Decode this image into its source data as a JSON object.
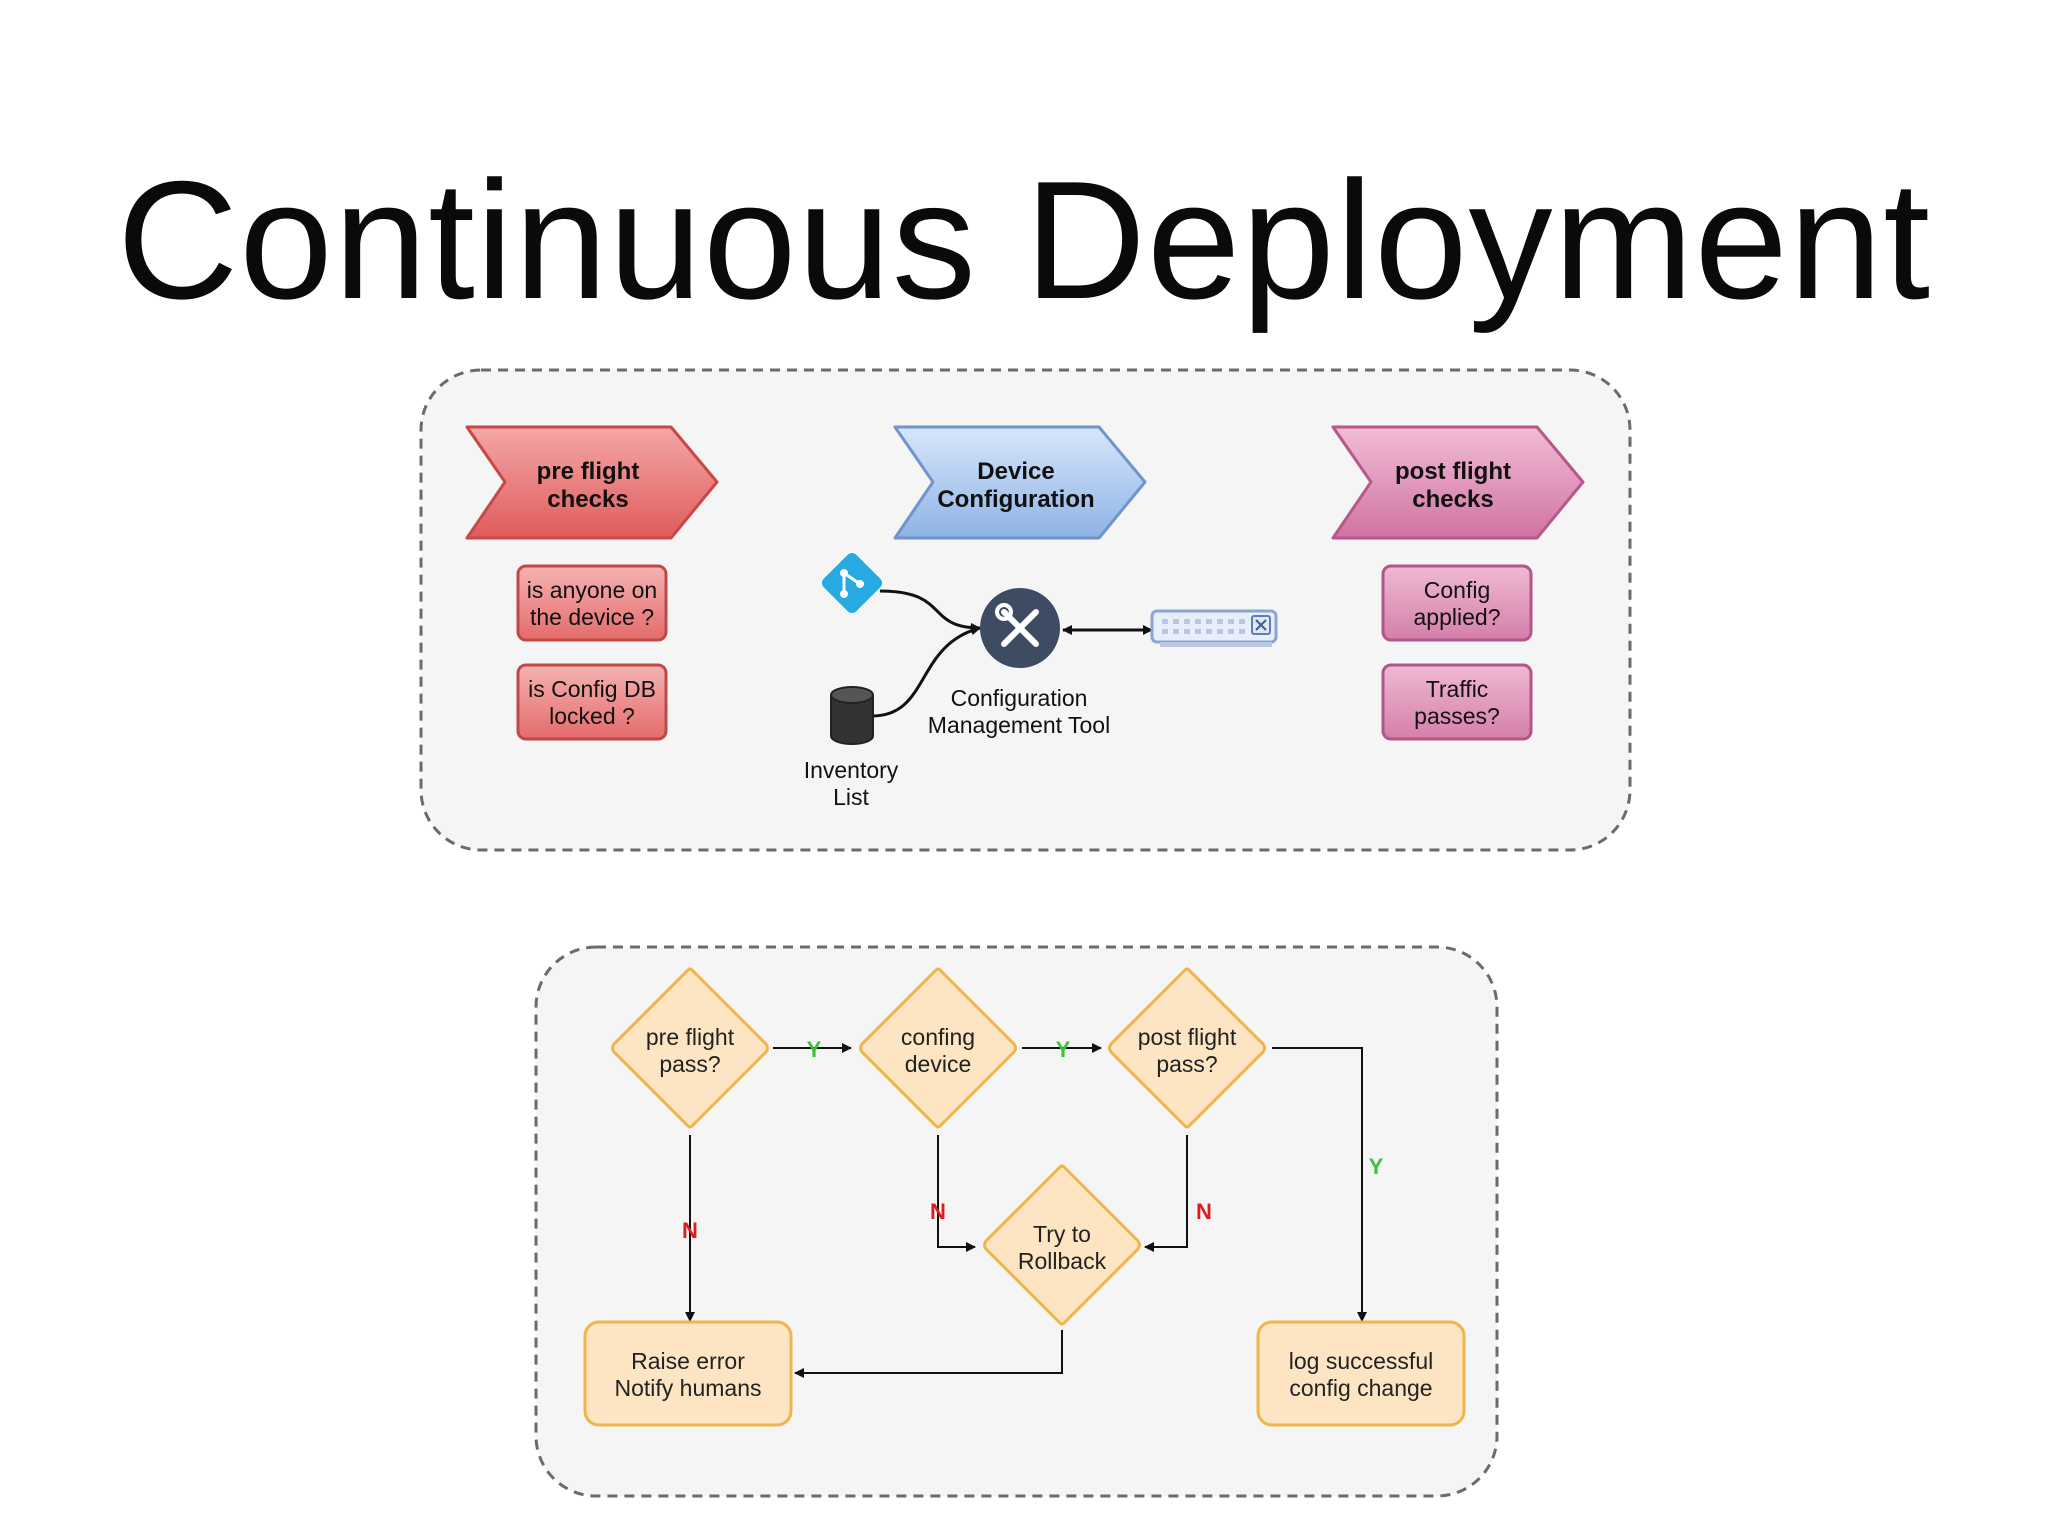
{
  "title": "Continuous Deployment",
  "top_panel": {
    "stages": [
      {
        "line1": "pre flight",
        "line2": "checks",
        "color": "#e05c5c"
      },
      {
        "line1": "Device",
        "line2": "Configuration",
        "color": "#8fb3e6"
      },
      {
        "line1": "post flight",
        "line2": "checks",
        "color": "#d074a2"
      }
    ],
    "pre_checks": [
      {
        "line1": "is anyone on",
        "line2": "the device ?"
      },
      {
        "line1": "is Config DB",
        "line2": "locked ?"
      }
    ],
    "post_checks": [
      {
        "line1": "Config",
        "line2": "applied?"
      },
      {
        "line1": "Traffic",
        "line2": "passes?"
      }
    ],
    "tool_label": {
      "line1": "Configuration",
      "line2": "Management Tool"
    },
    "inventory_label": {
      "line1": "Inventory",
      "line2": "List"
    },
    "icons": {
      "git": "git-icon",
      "tool": "wrench-screwdriver-icon",
      "db": "database-icon",
      "device": "network-switch-icon"
    }
  },
  "flow": {
    "nodes": {
      "pre_pass": {
        "line1": "pre flight",
        "line2": "pass?"
      },
      "config_device": {
        "line1": "confing",
        "line2": "device"
      },
      "post_pass": {
        "line1": "post flight",
        "line2": "pass?"
      },
      "rollback": {
        "line1": "Try to",
        "line2": "Rollback"
      },
      "raise_error": {
        "line1": "Raise error",
        "line2": "Notify humans"
      },
      "log_success": {
        "line1": "log successful",
        "line2": "config change"
      }
    },
    "edge_labels": {
      "yes": "Y",
      "no": "N"
    },
    "colors": {
      "fill": "#fde5c4",
      "stroke": "#f0b54a",
      "yes": "#3cc23c",
      "no": "#e01b1b"
    }
  }
}
